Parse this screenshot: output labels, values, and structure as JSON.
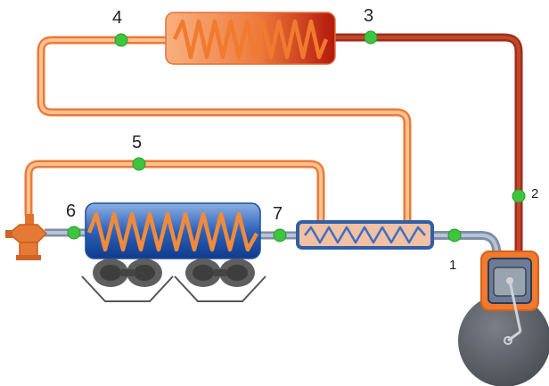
{
  "colors": {
    "pipe_warm": "#f0904a",
    "pipe_warm_edge": "#e06f2a",
    "pipe_warm_inner": "#ffc190",
    "pipe_hot": "#b0361c",
    "pipe_suction": "#8fa0b6",
    "node": "#3ec43e",
    "condenser_light": "#f7ab7a",
    "condenser_dark": "#b3190c",
    "evaporator_light": "#7fa4d8",
    "evaporator_dark": "#0f3b8d",
    "coil_orange": "#f28a3c",
    "hx_body": "#f2c0a2",
    "hx_border": "#2e5fa8",
    "valve": "#e0722c",
    "fan": "#5a5a5a",
    "compressor": "#5b5f66"
  },
  "points": [
    {
      "id": "1",
      "label": "1"
    },
    {
      "id": "2",
      "label": "2"
    },
    {
      "id": "3",
      "label": "3"
    },
    {
      "id": "4",
      "label": "4"
    },
    {
      "id": "5",
      "label": "5"
    },
    {
      "id": "6",
      "label": "6"
    },
    {
      "id": "7",
      "label": "7"
    }
  ],
  "components": {
    "condenser": "condenser-coil-icon",
    "evaporator": "evaporator-coil-icon",
    "heat_exchanger": "heat-exchanger-icon",
    "expansion_valve": "expansion-valve-icon",
    "compressor": "compressor-icon",
    "fans": "fan-icon"
  }
}
